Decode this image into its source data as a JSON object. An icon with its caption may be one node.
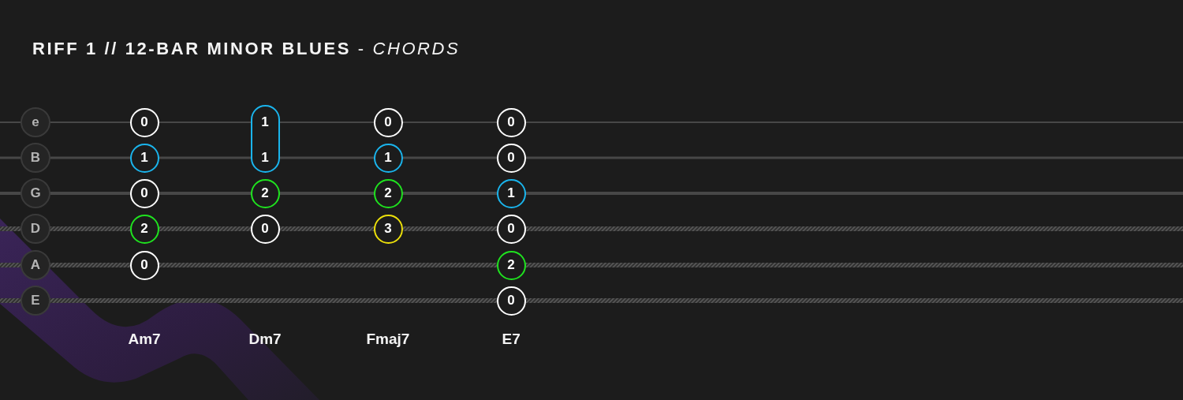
{
  "diagram": {
    "title": "**RIFF 1 // 12-BAR MINOR BLUES** - *CHORDS*",
    "nodes": [
      {
        "text": [
          "e"
        ]
      },
      {
        "text": [
          "B"
        ]
      },
      {
        "text": [
          "G"
        ]
      },
      {
        "text": [
          "D"
        ]
      },
      {
        "text": [
          "A"
        ]
      },
      {
        "text": [
          "E"
        ]
      },
      {
        "text": [
          "0"
        ]
      },
      {
        "text": [
          "1"
        ]
      },
      {
        "text": [
          "0"
        ]
      },
      {
        "text": [
          "2"
        ]
      },
      {
        "text": [
          "0"
        ]
      },
      {
        "text": [
          "1",
          "1"
        ]
      },
      {
        "text": [
          "2"
        ]
      },
      {
        "text": [
          "0"
        ]
      },
      {
        "text": [
          "0"
        ]
      },
      {
        "text": [
          "1"
        ]
      },
      {
        "text": [
          "2"
        ]
      },
      {
        "text": [
          "3"
        ]
      },
      {
        "text": [
          "0"
        ]
      },
      {
        "text": [
          "0"
        ]
      },
      {
        "text": [
          "1"
        ]
      },
      {
        "text": [
          "0"
        ]
      },
      {
        "text": [
          "2"
        ]
      },
      {
        "text": [
          "0"
        ]
      }
    ],
    "labels": [
      "Am7",
      "Dm7",
      "Fmaj7",
      "E7"
    ]
  }
}
